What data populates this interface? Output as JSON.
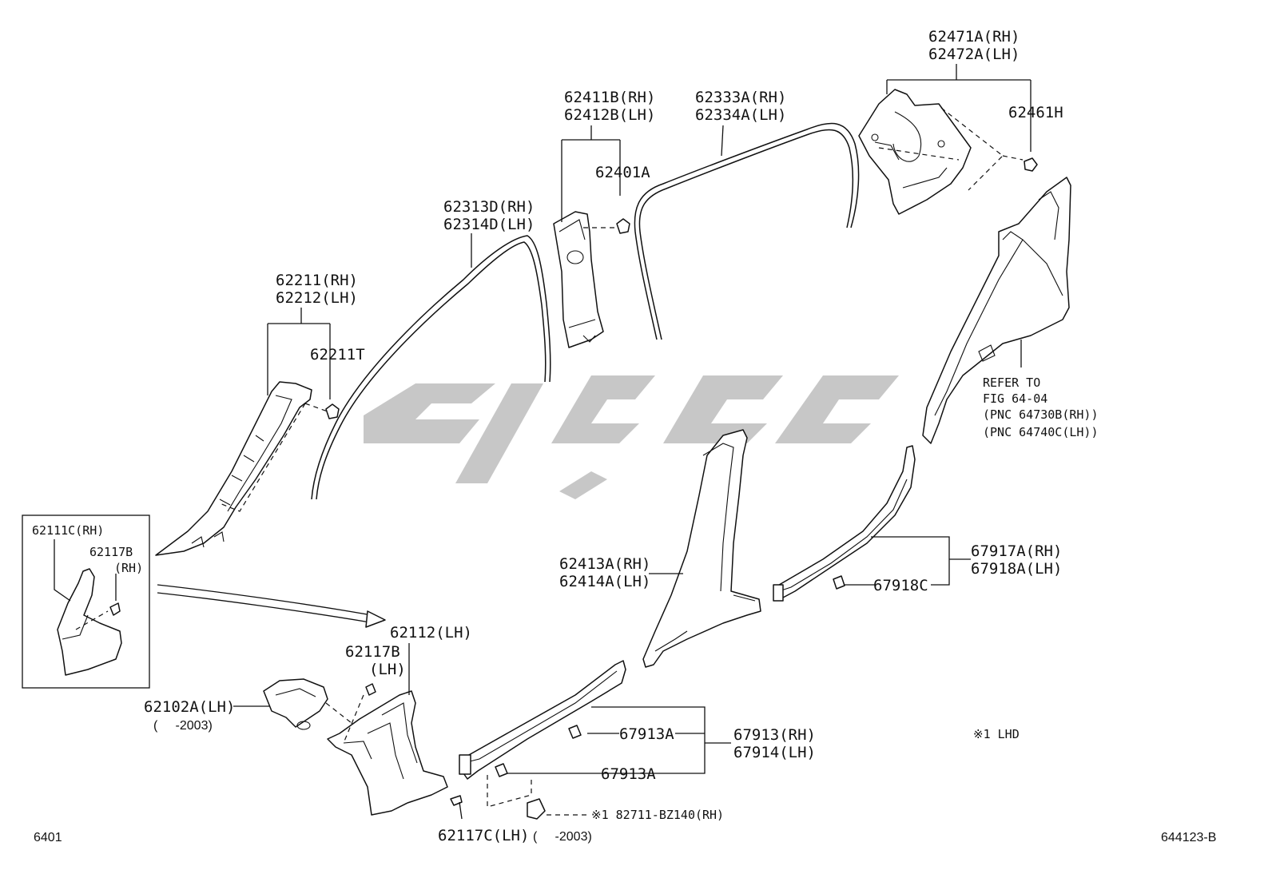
{
  "labels": {
    "l_62471A": "62471A(RH)",
    "l_62472A": "62472A(LH)",
    "l_62461H": "62461H",
    "l_62411B": "62411B(RH)",
    "l_62412B": "62412B(LH)",
    "l_62401A": "62401A",
    "l_62333A": "62333A(RH)",
    "l_62334A": "62334A(LH)",
    "l_62313D": "62313D(RH)",
    "l_62314D": "62314D(LH)",
    "l_62211": "62211(RH)",
    "l_62212": "62212(LH)",
    "l_62211T": "62211T",
    "l_62111C": "62111C(RH)",
    "l_62117B_rh": "62117B",
    "l_62117B_rh_side": "(RH)",
    "l_62112": "62112(LH)",
    "l_62117B_lh": "62117B",
    "l_62117B_lh_side": "(LH)",
    "l_62102A": "62102A(LH)",
    "l_62102A_date": "(     -2003)",
    "l_62117C": "62117C(LH)",
    "l_62117C_date": "(     -2003)",
    "l_82711": "※1 82711-BZ140(RH)",
    "l_67913A_a": "67913A",
    "l_67913A_b": "67913A",
    "l_67913": "67913(RH)",
    "l_67914": "67914(LH)",
    "l_62413A": "62413A(RH)",
    "l_62414A": "62414A(LH)",
    "l_67917A": "67917A(RH)",
    "l_67918A": "67918A(LH)",
    "l_67918C": "67918C",
    "l_refer_1": "REFER TO",
    "l_refer_2": "FIG 64-04",
    "l_refer_3": "(PNC 64730B(RH))",
    "l_refer_4": "(PNC 64740C(LH))",
    "l_note": "※1 LHD",
    "l_fig": "6401",
    "l_code": "644123-B"
  }
}
